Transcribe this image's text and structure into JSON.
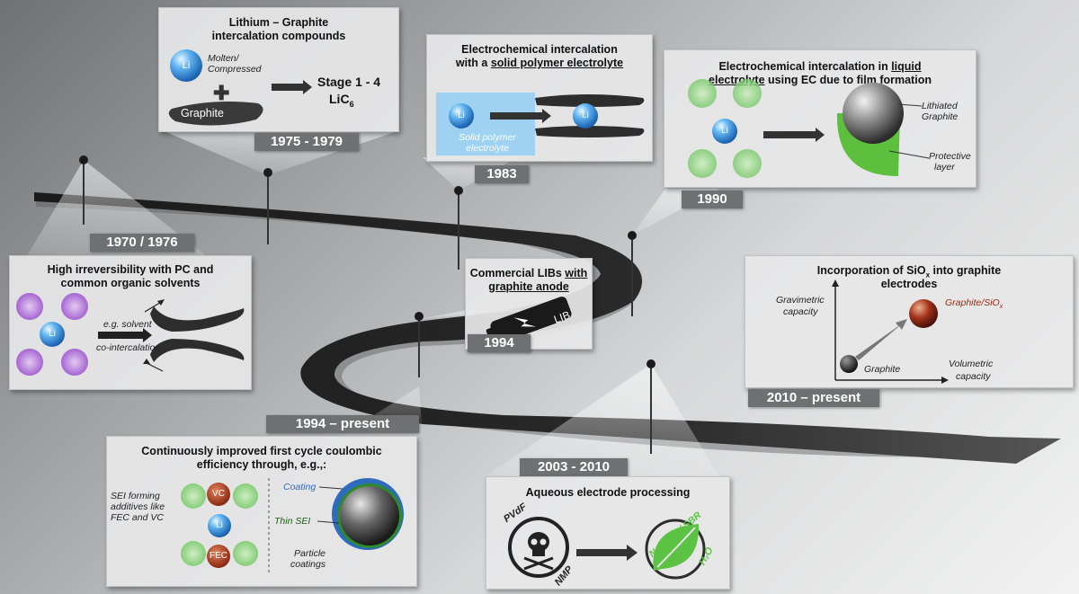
{
  "colors": {
    "tag_bg": "#6f7072",
    "li_blue": "#2b7fd0",
    "solvent_purple": "#a35ad1",
    "solvent_green": "#8ed27c",
    "sio_red": "#9b2a12",
    "coating_blue": "#3b79c4",
    "leaf_green": "#5cc243"
  },
  "milestones": {
    "m1975": {
      "date": "1975 - 1979",
      "title_line1": "Lithium – Graphite",
      "title_line2": "intercalation compounds",
      "li": "Li",
      "molten_line1": "Molten/",
      "molten_line2": "Compressed",
      "graphite": "Graphite",
      "stage": "Stage 1 - 4",
      "lic": "LiC",
      "lic_sub": "6"
    },
    "m1983": {
      "date": "1983",
      "title_line1": "Electrochemical intercalation",
      "title_pre": "with a ",
      "title_u": "solid polymer electrolyte",
      "li": "Li",
      "sup": "+",
      "spe_line1": "Solid polymer",
      "spe_line2": "electrolyte"
    },
    "m1990": {
      "date": "1990",
      "title_pre": "Electrochemical intercalation in ",
      "title_u1": "liquid",
      "title_u2": "electrolyte",
      "title_post": " using EC due to film formation",
      "li": "Li",
      "sup": "+",
      "lithiated_line1": "Lithiated",
      "lithiated_line2": "Graphite",
      "protective_line1": "Protective",
      "protective_line2": "layer"
    },
    "m1970": {
      "date": "1970 / 1976",
      "title_line1": "High irreversibility with PC and",
      "title_line2": "common organic solvents",
      "li": "Li",
      "sup": "+",
      "cointer_line1": "e.g. solvent",
      "cointer_line2": "co-intercalation"
    },
    "m1994": {
      "date": "1994",
      "title_pre": "Commercial LIBs ",
      "title_u1": "with",
      "title_u2": "graphite anode",
      "battery": "LIB"
    },
    "m2010": {
      "date": "2010 – present",
      "title_line1_pre": "Incorporation of SiO",
      "title_line1_sub": "x",
      "title_line1_post": " into graphite",
      "title_line2": "electrodes",
      "grav_line1": "Gravimetric",
      "grav_line2": "capacity",
      "vol_line1": "Volumetric",
      "vol_line2": "capacity",
      "graphite": "Graphite",
      "gsio_pre": "Graphite/SiO",
      "gsio_sub": "x"
    },
    "m1994p": {
      "date": "1994 – present",
      "title_line1": "Continuously improved first cycle coulombic",
      "title_line2": "efficiency through, e.g.,:",
      "sei_line1": "SEI forming",
      "sei_line2": "additives like",
      "sei_line3": "FEC and VC",
      "vc": "VC",
      "fec": "FEC",
      "li": "Li",
      "sup": "+",
      "coating": "Coating",
      "thin_sei": "Thin SEI",
      "particle_line1": "Particle",
      "particle_line2": "coatings"
    },
    "m2003": {
      "date": "2003 - 2010",
      "title": "Aqueous electrode processing",
      "pvdf": "PVdF",
      "nmp": "NMP",
      "cmc": "Na-CMC / SBR",
      "h2o": "H₂O"
    }
  }
}
